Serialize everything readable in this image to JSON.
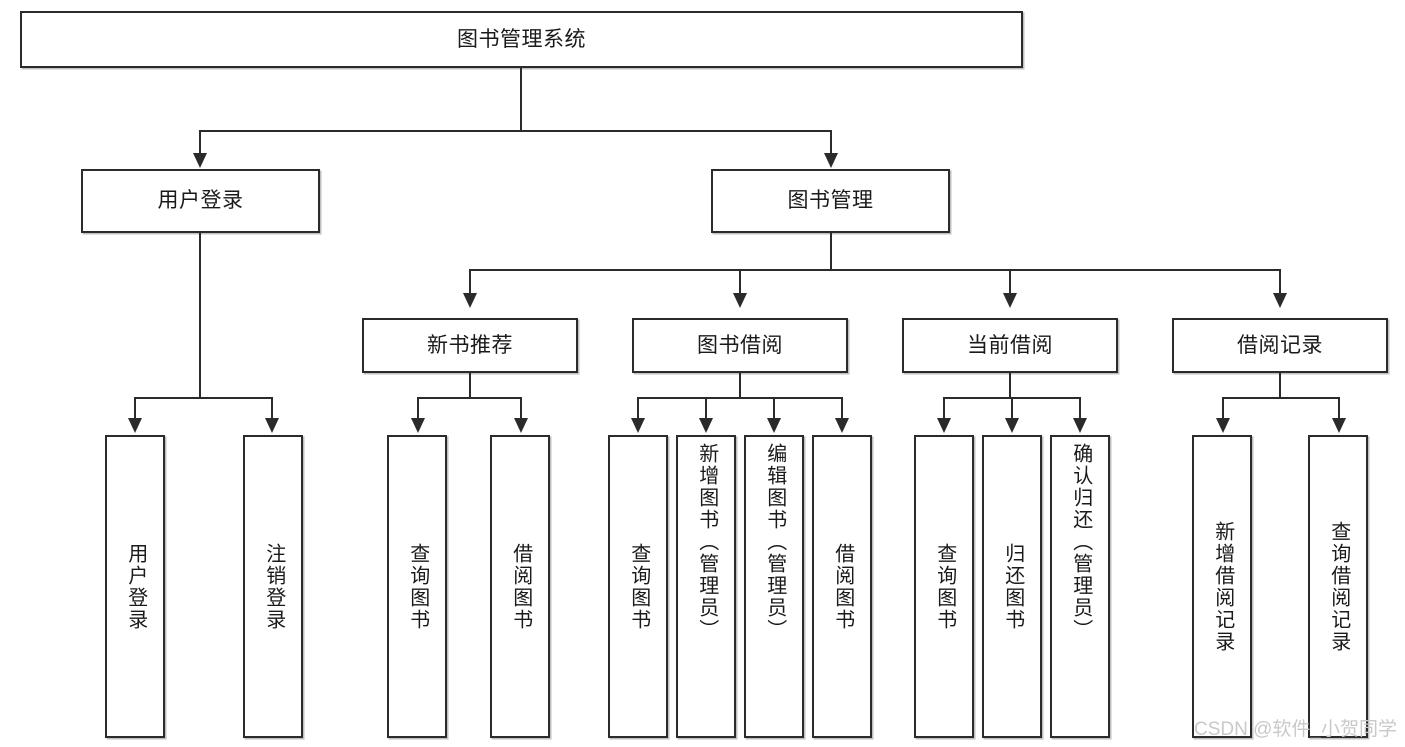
{
  "diagram": {
    "title": "图书管理系统",
    "watermark": "CSDN @软件_小贺同学",
    "root": {
      "label": "图书管理系统"
    },
    "level2": [
      {
        "label": "用户登录"
      },
      {
        "label": "图书管理"
      }
    ],
    "level3": [
      {
        "label": "新书推荐"
      },
      {
        "label": "图书借阅"
      },
      {
        "label": "当前借阅"
      },
      {
        "label": "借阅记录"
      }
    ],
    "leaves": {
      "user_login": [
        {
          "label": "用户登录"
        },
        {
          "label": "注销登录"
        }
      ],
      "new_book_recommend": [
        {
          "label": "查询图书"
        },
        {
          "label": "借阅图书"
        }
      ],
      "book_borrow": [
        {
          "label": "查询图书"
        },
        {
          "label": "新增图书（管理员）"
        },
        {
          "label": "编辑图书（管理员）"
        },
        {
          "label": "借阅图书"
        }
      ],
      "current_borrow": [
        {
          "label": "查询图书"
        },
        {
          "label": "归还图书"
        },
        {
          "label": "确认归还（管理员）"
        }
      ],
      "borrow_record": [
        {
          "label": "新增借阅记录"
        },
        {
          "label": "查询借阅记录"
        }
      ]
    },
    "colors": {
      "stroke": "#2b2b2b",
      "fill": "#ffffff",
      "text": "#1a1a1a",
      "watermark": "#c9c9c9"
    }
  }
}
